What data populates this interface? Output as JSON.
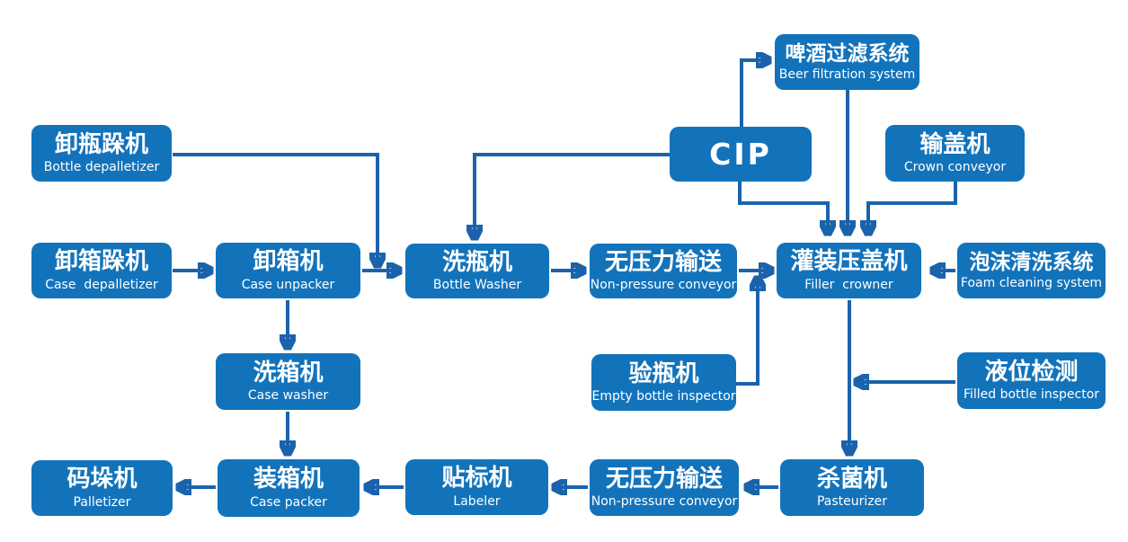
{
  "diagram": {
    "type": "process-flowchart",
    "subject": "Beer bottling / packaging line"
  },
  "colors": {
    "box_fill": "#1273BB",
    "arrow": "#1A63AC",
    "text": "#FFFFFF",
    "background": "#FFFFFF"
  },
  "nodes": [
    {
      "id": "bottle-depalletizer",
      "zh": "卸瓶跺机",
      "en": "Bottle depalletizer"
    },
    {
      "id": "case-depalletizer",
      "zh": "卸箱跺机",
      "en": "Case  depalletizer"
    },
    {
      "id": "case-unpacker",
      "zh": "卸箱机",
      "en": "Case unpacker"
    },
    {
      "id": "bottle-washer",
      "zh": "洗瓶机",
      "en": "Bottle Washer"
    },
    {
      "id": "non-pressure-conveyor-1",
      "zh": "无压力输送",
      "en": "Non-pressure conveyor"
    },
    {
      "id": "filler-crowner",
      "zh": "灌装压盖机",
      "en": "Filler  crowner"
    },
    {
      "id": "foam-cleaning-system",
      "zh": "泡沫清洗系统",
      "en": "Foam cleaning system"
    },
    {
      "id": "beer-filtration-system",
      "zh": "啤酒过滤系统",
      "en": "Beer filtration system"
    },
    {
      "id": "cip",
      "zh": "CIP",
      "en": ""
    },
    {
      "id": "crown-conveyor",
      "zh": "输盖机",
      "en": "Crown conveyor"
    },
    {
      "id": "case-washer",
      "zh": "洗箱机",
      "en": "Case washer"
    },
    {
      "id": "empty-bottle-inspector",
      "zh": "验瓶机",
      "en": "Empty bottle inspector"
    },
    {
      "id": "filled-bottle-inspector",
      "zh": "液位检测",
      "en": "Filled bottle inspector"
    },
    {
      "id": "palletizer",
      "zh": "码垛机",
      "en": "Palletizer"
    },
    {
      "id": "case-packer",
      "zh": "装箱机",
      "en": "Case packer"
    },
    {
      "id": "labeler",
      "zh": "贴标机",
      "en": "Labeler"
    },
    {
      "id": "non-pressure-conveyor-2",
      "zh": "无压力输送",
      "en": "Non-pressure conveyor"
    },
    {
      "id": "pasteurizer",
      "zh": "杀菌机",
      "en": "Pasteurizer"
    }
  ],
  "edges": [
    {
      "from": "bottle-depalletizer",
      "to": "case-unpacker→bottle-washer line"
    },
    {
      "from": "case-depalletizer",
      "to": "case-unpacker"
    },
    {
      "from": "case-unpacker",
      "to": "bottle-washer"
    },
    {
      "from": "case-unpacker",
      "to": "case-washer"
    },
    {
      "from": "case-washer",
      "to": "case-packer"
    },
    {
      "from": "cip",
      "to": "beer-filtration-system"
    },
    {
      "from": "cip",
      "to": "bottle-washer"
    },
    {
      "from": "cip",
      "to": "filler-crowner"
    },
    {
      "from": "beer-filtration-system",
      "to": "filler-crowner"
    },
    {
      "from": "crown-conveyor",
      "to": "filler-crowner"
    },
    {
      "from": "bottle-washer",
      "to": "non-pressure-conveyor-1"
    },
    {
      "from": "non-pressure-conveyor-1",
      "to": "filler-crowner"
    },
    {
      "from": "empty-bottle-inspector",
      "to": "non-pressure-conveyor-1→filler-crowner line"
    },
    {
      "from": "foam-cleaning-system",
      "to": "filler-crowner"
    },
    {
      "from": "filler-crowner",
      "to": "pasteurizer"
    },
    {
      "from": "filled-bottle-inspector",
      "to": "filler-crowner→pasteurizer line"
    },
    {
      "from": "pasteurizer",
      "to": "non-pressure-conveyor-2"
    },
    {
      "from": "non-pressure-conveyor-2",
      "to": "labeler"
    },
    {
      "from": "labeler",
      "to": "case-packer"
    },
    {
      "from": "case-packer",
      "to": "palletizer"
    }
  ]
}
